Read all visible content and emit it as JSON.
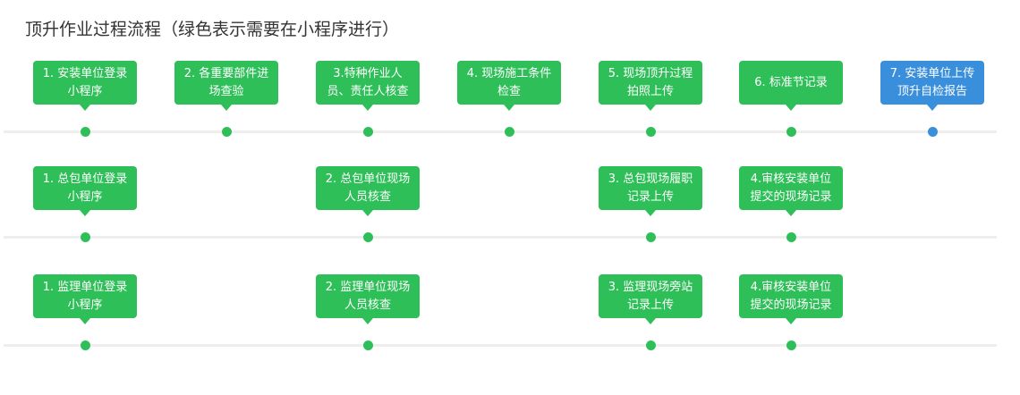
{
  "title": "顶升作业过程流程（绿色表示需要在小程序进行）",
  "colors": {
    "green": "#2fbf58",
    "blue": "#3a8fdd",
    "line": "#eeeeee"
  },
  "rows": [
    {
      "steps": [
        {
          "lines": [
            "1. 安装单位登录",
            "小程序"
          ],
          "color": "green"
        },
        {
          "lines": [
            "2. 各重要部件进",
            "场查验"
          ],
          "color": "green"
        },
        {
          "lines": [
            "3.特种作业人",
            "员、责任人核查"
          ],
          "color": "green"
        },
        {
          "lines": [
            "4. 现场施工条件",
            "检查"
          ],
          "color": "green"
        },
        {
          "lines": [
            "5. 现场顶升过程",
            "拍照上传"
          ],
          "color": "green"
        },
        {
          "lines": [
            "6. 标准节记录"
          ],
          "color": "green"
        },
        {
          "lines": [
            "7. 安装单位上传",
            "顶升自检报告"
          ],
          "color": "blue"
        }
      ]
    },
    {
      "steps": [
        {
          "lines": [
            "1. 总包单位登录",
            "小程序"
          ],
          "color": "green"
        },
        {
          "lines": [
            "2. 总包单位现场",
            "人员核查"
          ],
          "color": "green"
        },
        {
          "lines": [
            "3. 总包现场履职",
            "记录上传"
          ],
          "color": "green"
        },
        {
          "lines": [
            "4.审核安装单位",
            "提交的现场记录"
          ],
          "color": "green"
        }
      ]
    },
    {
      "steps": [
        {
          "lines": [
            "1. 监理单位登录",
            "小程序"
          ],
          "color": "green"
        },
        {
          "lines": [
            "2. 监理单位现场",
            "人员核查"
          ],
          "color": "green"
        },
        {
          "lines": [
            "3. 监理现场旁站",
            "记录上传"
          ],
          "color": "green"
        },
        {
          "lines": [
            "4.审核安装单位",
            "提交的现场记录"
          ],
          "color": "green"
        }
      ]
    }
  ]
}
